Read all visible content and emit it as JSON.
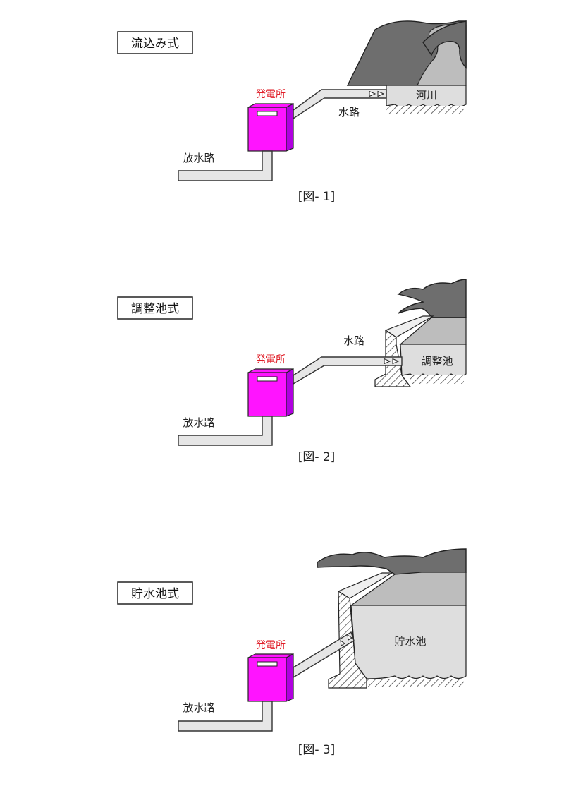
{
  "colors": {
    "powerhouse_front": "#ff14ff",
    "powerhouse_side": "#b000e0",
    "label_red": "#e0202a",
    "mountain": "#6e6e6e",
    "water": "#dedede",
    "pipe": "#e6e6e6"
  },
  "figures": [
    {
      "title": "流込み式",
      "powerhouse": "発電所",
      "headrace": "水路",
      "tailrace": "放水路",
      "source": "河川",
      "caption": "[図- 1]"
    },
    {
      "title": "調整池式",
      "powerhouse": "発電所",
      "headrace": "水路",
      "tailrace": "放水路",
      "source": "調整池",
      "caption": "[図- 2]"
    },
    {
      "title": "貯水池式",
      "powerhouse": "発電所",
      "tailrace": "放水路",
      "source": "貯水池",
      "caption": "[図- 3]"
    }
  ]
}
